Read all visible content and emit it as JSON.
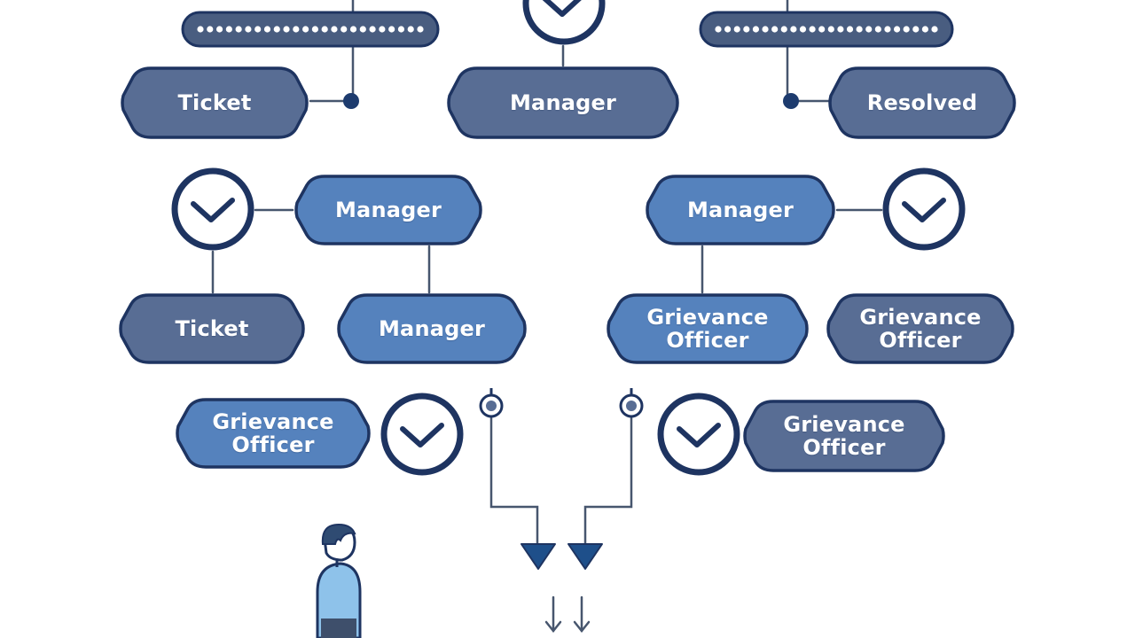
{
  "colors": {
    "outline": "#1e3461",
    "node_dark": "#586d94",
    "node_light": "#5582bd",
    "line": "#47566e",
    "badge_fill": "#ffffff",
    "pill_dark": "#495d80",
    "dot": "#1d3b6e",
    "arrow": "#1e4f8a",
    "person_shirt": "#8ec2ea",
    "person_hair": "#2f4b72",
    "person_skin": "#ffffff",
    "person_pants": "#3e4f6b"
  },
  "nodes": {
    "ticket_top": "Ticket",
    "manager_top": "Manager",
    "resolved": "Resolved",
    "manager_mid_left": "Manager",
    "manager_mid_right": "Manager",
    "ticket_low": "Ticket",
    "manager_low": "Manager",
    "grievance_low_left": "Grievance\nOfficer",
    "grievance_low_right": "Grievance\nOfficer",
    "grievance_bottom_left": "Grievance\nOfficer",
    "grievance_bottom_right": "Grievance\nOfficer"
  },
  "icons": {
    "check": "check-circle-icon",
    "pill": "dotted-pill-icon",
    "connector": "connector-dot-icon",
    "arrow": "arrow-down-icon",
    "person": "person-icon"
  }
}
